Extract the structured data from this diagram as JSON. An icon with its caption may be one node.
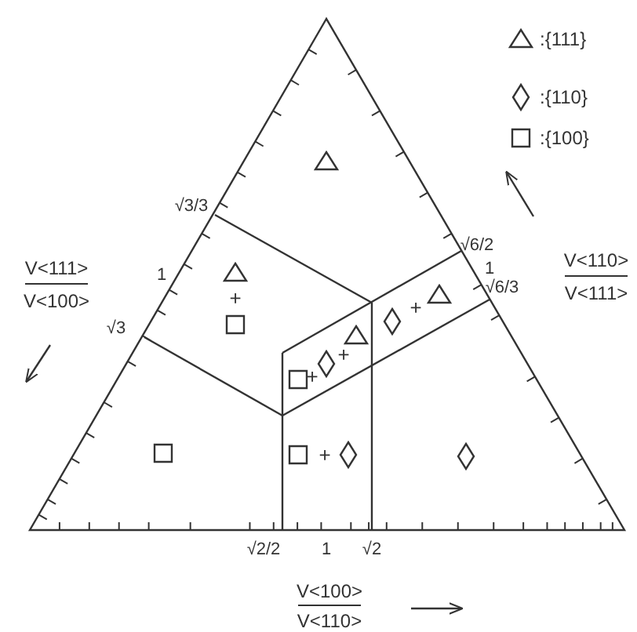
{
  "diagram": {
    "labels": [
      "√3/3",
      "√6/2",
      "V<111>",
      "1",
      "1",
      "V<110>",
      "√6/3",
      "V<100>",
      "V<111>",
      "+",
      "+",
      "√3",
      "+",
      "+",
      "+",
      "√2/2",
      "1",
      "√2",
      "V<100>",
      "V<110>"
    ],
    "legend": [
      {
        "text": ":{111}"
      },
      {
        "text": ":{110}"
      },
      {
        "text": ":{100}"
      }
    ]
  }
}
